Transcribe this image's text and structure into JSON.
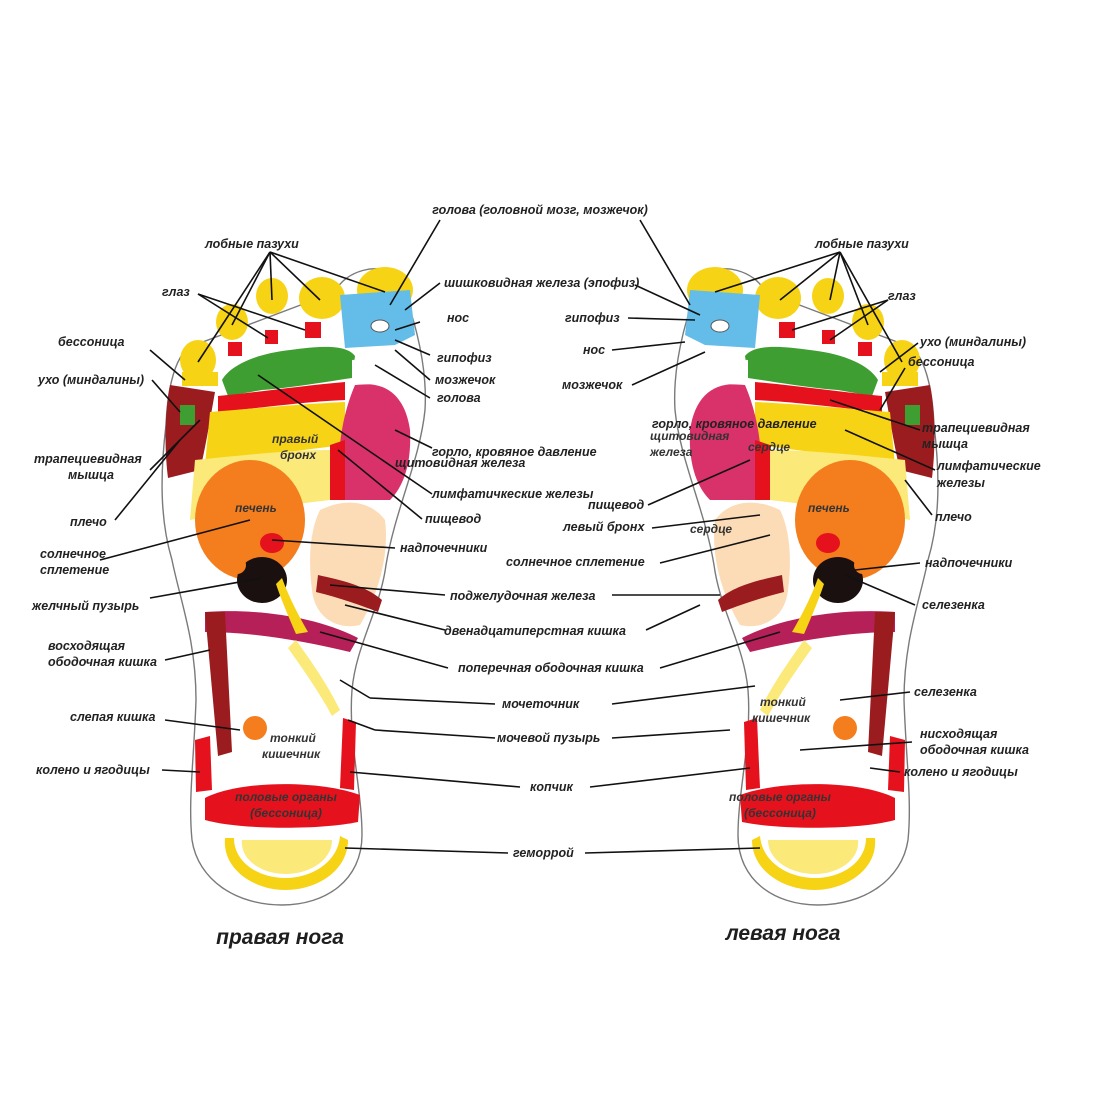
{
  "captions": {
    "right_foot": "правая нога",
    "left_foot": "левая нога"
  },
  "center": {
    "head_full": "голова (головной мозг, мозжечок)",
    "pineal": "шишковидная железа (эпофиз)",
    "throat": "горло, кровяное давление",
    "lymph": "лимфатичкеские железы",
    "adrenals": "надпочечники",
    "solar": "солнечное сплетение",
    "pancreas": "поджелудочная железа",
    "duodenum": "двенадцатиперстная кишка",
    "transverse": "поперечная ободочная кишка",
    "ureter": "мочеточник",
    "bladder": "мочевой пузырь",
    "coccyx": "копчик",
    "hemorrhoids": "геморрой"
  },
  "right": {
    "sinuses": "лобные пазухи",
    "eye": "глаз",
    "insomnia": "бессоница",
    "ear": "ухо (миндалины)",
    "trapezius_1": "трапециевидная",
    "trapezius_2": "мышца",
    "shoulder": "плечо",
    "solar_1": "солнечное",
    "solar_2": "сплетение",
    "gallbladder": "желчный пузырь",
    "colon_1": "восходящая",
    "colon_2": "ободочная кишка",
    "appendix": "слепая кишка",
    "knee": "колено и ягодицы",
    "nose": "нос",
    "pituitary": "гипофиз",
    "cerebellum": "мозжечок",
    "head": "голова",
    "thyroid": "щитовидная железа",
    "esophagus": "пищевод",
    "bronchus_1": "правый",
    "bronchus_2": "бронх",
    "liver": "печень",
    "intestine_1": "тонкий",
    "intestine_2": "кишечник",
    "genitals_1": "половые органы",
    "genitals_2": "(бессоница)"
  },
  "left": {
    "sinuses": "лобные пазухи",
    "eye": "глаз",
    "ear": "ухо (миндалины)",
    "insomnia": "бессоница",
    "trapezius_1": "трапециевидная",
    "trapezius_2": "мышца",
    "lymph_1": "лимфатические",
    "lymph_2": "железы",
    "shoulder": "плечо",
    "adrenals": "надпочечники",
    "spleen": "селезенка",
    "spleen2": "селезенка",
    "colon_1": "нисходящая",
    "colon_2": "ободочная кишка",
    "knee": "колено и ягодицы",
    "pituitary": "гипофиз",
    "nose": "нос",
    "cerebellum": "мозжечок",
    "thyroid_1": "щитовидная",
    "thyroid_2": "железа",
    "heart": "сердце",
    "heart2": "сердце",
    "esophagus": "пищевод",
    "bronchus": "левый бронх",
    "liver": "печень",
    "intestine_1": "тонкий",
    "intestine_2": "кишечник",
    "genitals_1": "половые органы",
    "genitals_2": "(бессоница)"
  },
  "colors": {
    "yellow": "#f7d316",
    "blue": "#63bde8",
    "green": "#3f9e31",
    "red": "#e5121d",
    "dark_red": "#9b1c1f",
    "pink": "#d9326b",
    "orange": "#f47e1e",
    "peach": "#fcdcb6",
    "magenta": "#b62058",
    "black": "#1b1010",
    "light_yellow": "#fbe97a"
  }
}
